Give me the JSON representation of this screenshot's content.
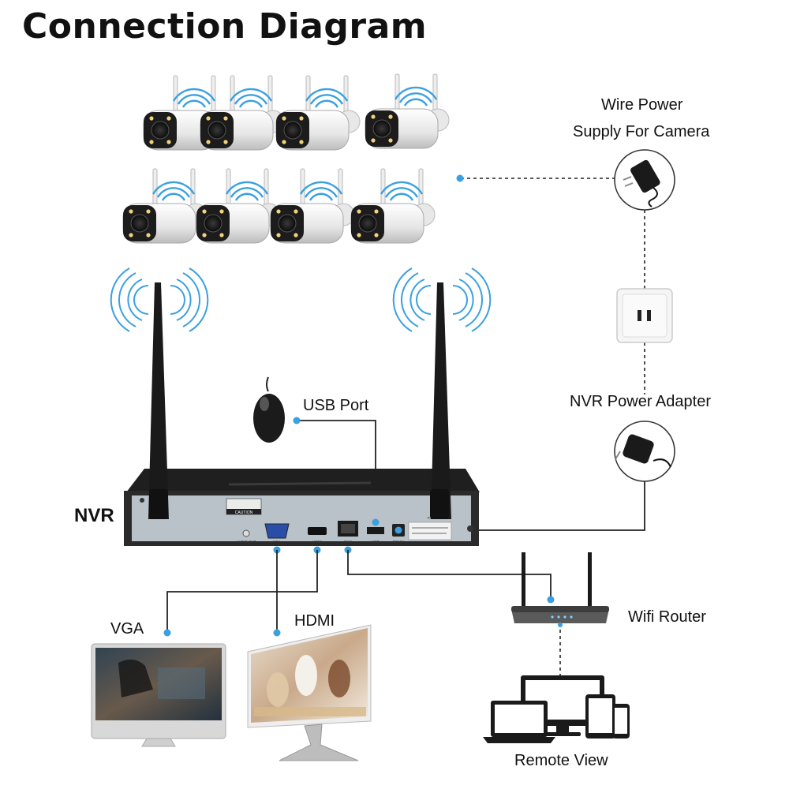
{
  "title": "Connection Diagram",
  "labels": {
    "wire_power_line1": "Wire Power",
    "wire_power_line2": "Supply For Camera",
    "usb_port": "USB Port",
    "nvr_power_adapter": "NVR Power Adapter",
    "nvr": "NVR",
    "wifi_router": "Wifi Router",
    "vga": "VGA",
    "hdmi": "HDMI",
    "remote_view": "Remote View"
  },
  "nvr_panel": {
    "caution": "CAUTION",
    "audio_out": "AUDIO OUT",
    "vga": "VGA",
    "hdmi": "HDMI",
    "wan": "WAN",
    "usb": "USB",
    "dc": "DC12V",
    "power": "Power"
  },
  "colors": {
    "accent_blue": "#3aa0e0",
    "line_dark": "#1a1a1a",
    "nvr_body": "#2b2b2b",
    "panel": "#b9c2c8"
  }
}
